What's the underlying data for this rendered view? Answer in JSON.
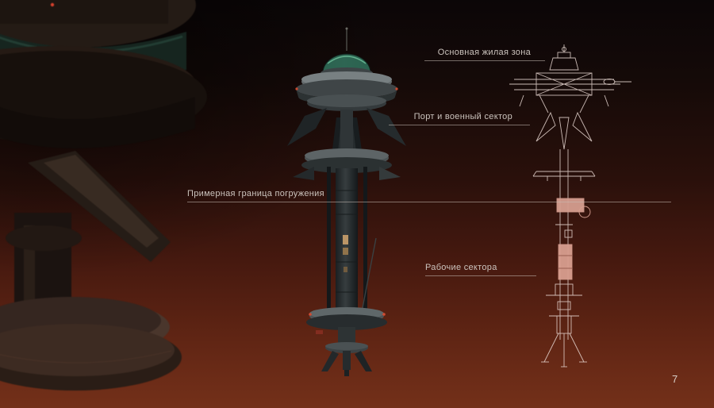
{
  "page": {
    "number": "7"
  },
  "callouts": {
    "main_living_zone": {
      "label": "Основная жилая зона"
    },
    "port_military_sector": {
      "label": "Порт и военный сектор"
    },
    "submersion_boundary": {
      "label": "Примерная граница погружения"
    },
    "working_sectors": {
      "label": "Рабочие сектора"
    }
  },
  "colors": {
    "background_top": "#0b0607",
    "background_bottom": "#733019",
    "label_text": "#cbc3bd",
    "callout_line": "#c7bcb5",
    "blueprint_line": "#e8d8d2",
    "blueprint_highlight": "#f2b6a6",
    "dome_glass": "#3f8069",
    "accent_red": "#cc4a30"
  }
}
